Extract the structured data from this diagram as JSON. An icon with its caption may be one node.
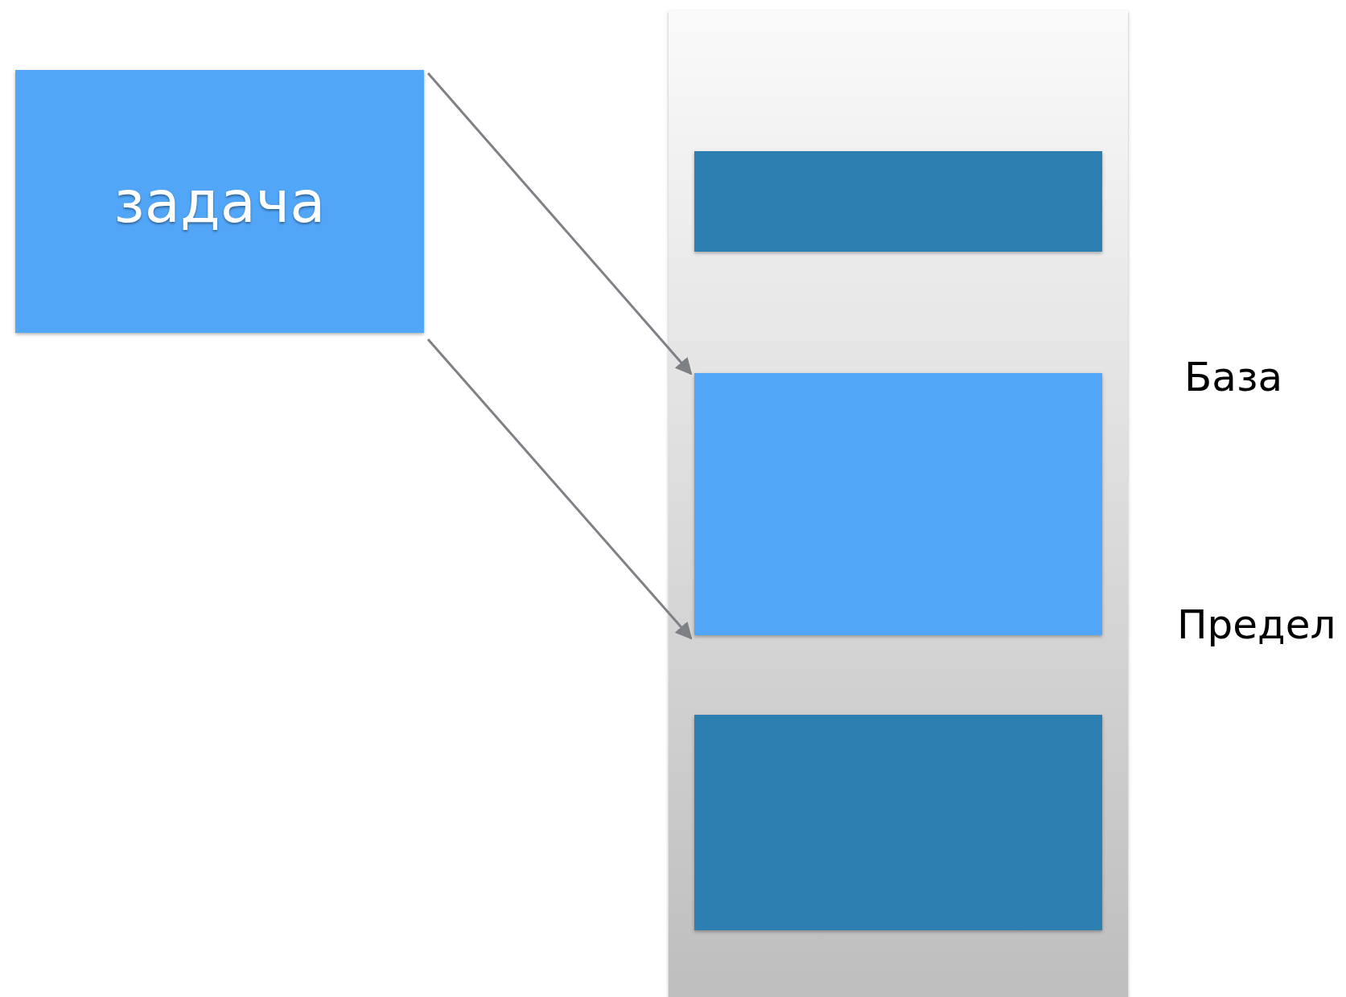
{
  "diagram": {
    "nodes": [
      {
        "text": [
          "задача"
        ]
      },
      {
        "text": [],
        "shape": "box"
      },
      {
        "text": [],
        "shape": "box",
        "in": 1
      },
      {
        "text": [],
        "shape": "box",
        "in": 1
      },
      {
        "text": [],
        "shape": "box",
        "in": 1
      }
    ],
    "edges": [
      {
        "from": 0,
        "to": 3,
        "arrow": "to"
      },
      {
        "from": 0,
        "to": 3,
        "arrow": "to"
      }
    ],
    "labels": [
      "База",
      "Предел"
    ]
  }
}
